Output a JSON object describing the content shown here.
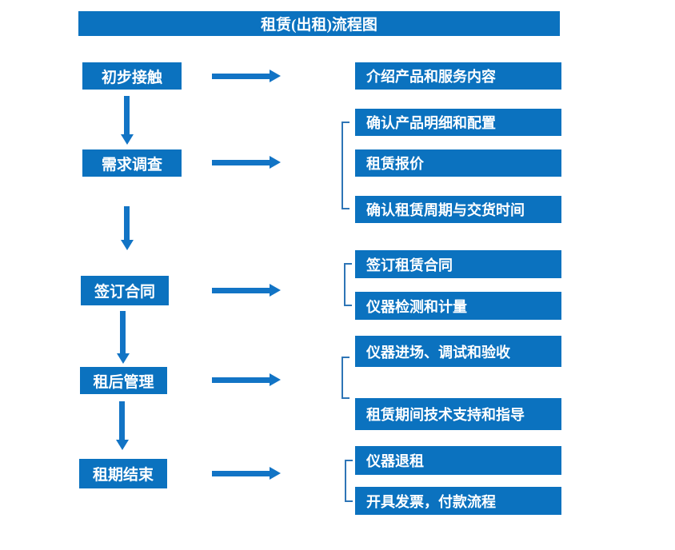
{
  "title": "租赁(出租)流程图",
  "colors": {
    "box": "#0B72BF",
    "arrow": "#1274C5",
    "bracket": "#2E75B6",
    "text": "#FFFFFF",
    "bg": "#FFFFFF"
  },
  "steps": [
    {
      "label": "初步接触",
      "details": [
        "介绍产品和服务内容"
      ]
    },
    {
      "label": "需求调查",
      "details": [
        "确认产品明细和配置",
        "租赁报价",
        "确认租赁周期与交货时间"
      ]
    },
    {
      "label": "签订合同",
      "details": [
        "签订租赁合同",
        "仪器检测和计量"
      ]
    },
    {
      "label": "租后管理",
      "details": [
        "仪器进场、调试和验收",
        "租赁期间技术支持和指导"
      ]
    },
    {
      "label": "租期结束",
      "details": [
        "仪器退租",
        "开具发票，付款流程"
      ]
    }
  ]
}
